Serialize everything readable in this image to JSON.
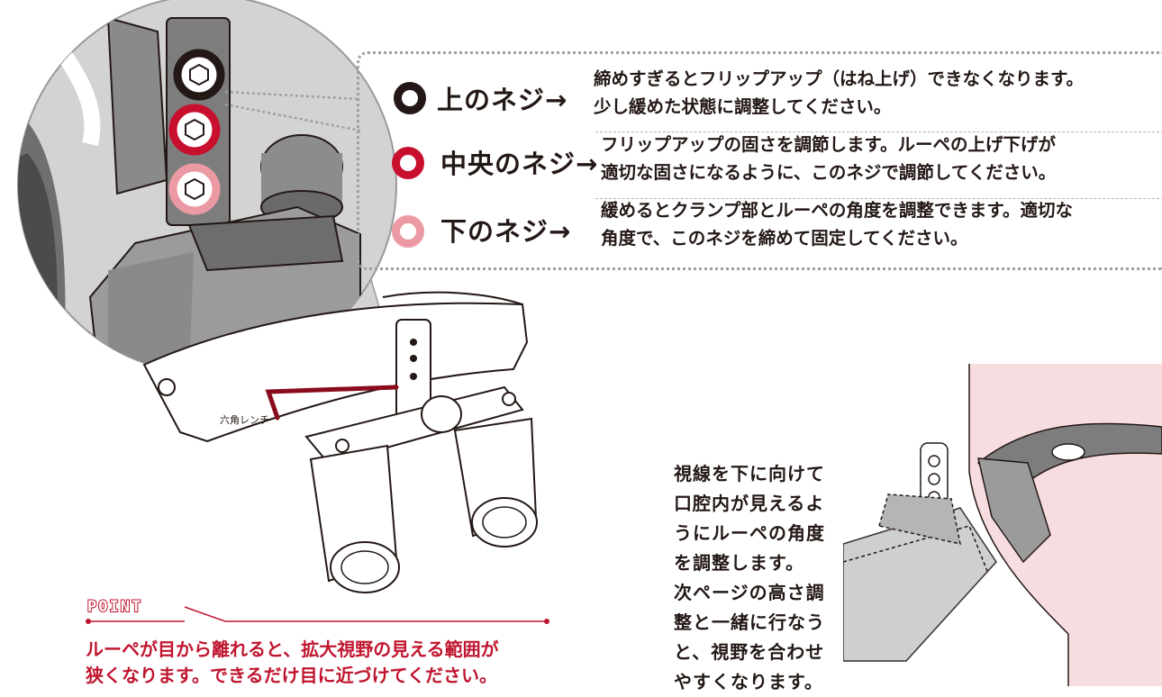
{
  "screws": [
    {
      "ring_color": "#231815",
      "label": "上のネジ→",
      "lines": [
        "締めすぎるとフリップアップ（はね上げ）できなくなります。",
        "少し緩めた状態に調整してください。"
      ]
    },
    {
      "ring_color": "#c8102e",
      "label": "中央のネジ→",
      "lines": [
        "フリップアップの固さを調節します。ルーペの上げ下げが",
        "適切な固さになるように、このネジで調節してください。"
      ]
    },
    {
      "ring_color": "#eb9aa3",
      "label": "下のネジ→",
      "lines": [
        "緩めるとクランプ部とルーペの角度を調整できます。適切な",
        "角度で、このネジを締めて固定してください。"
      ]
    }
  ],
  "wrench_label": "六角レンチ",
  "point": {
    "title": "POINT",
    "lines": [
      "ルーペが目から離れると、拡大視野の見える範囲が",
      "狭くなります。できるだけ目に近づけてください。"
    ],
    "accent_color": "#c0152f"
  },
  "side_note": {
    "lines": [
      "視線を下に向けて",
      "口腔内が見えるよ",
      "うにルーペの角度",
      "を調整します。",
      "次ページの高さ調",
      "整と一緒に行なう",
      "と、視野を合わせ",
      "やすくなります。"
    ]
  }
}
